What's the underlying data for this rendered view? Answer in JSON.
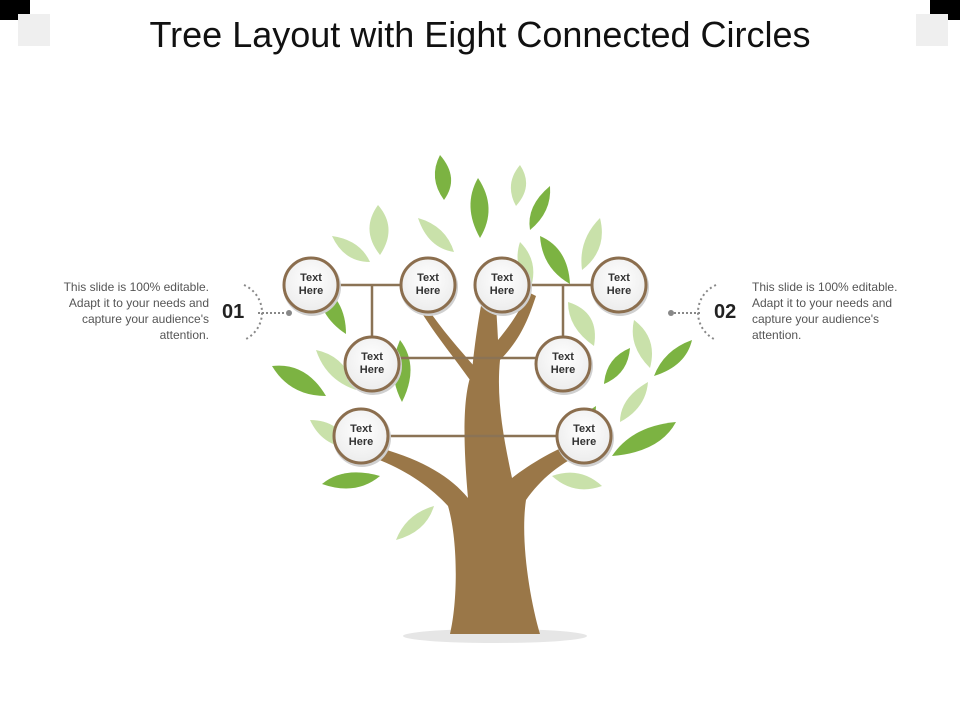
{
  "title": "Tree Layout with Eight Connected Circles",
  "circles": [
    {
      "label": "Text\nHere"
    },
    {
      "label": "Text\nHere"
    },
    {
      "label": "Text\nHere"
    },
    {
      "label": "Text\nHere"
    },
    {
      "label": "Text\nHere"
    },
    {
      "label": "Text\nHere"
    },
    {
      "label": "Text\nHere"
    },
    {
      "label": "Text\nHere"
    }
  ],
  "left_callout": {
    "number": "01",
    "text": "This slide is 100% editable. Adapt it to your needs and capture your audience's attention."
  },
  "right_callout": {
    "number": "02",
    "text": "This slide is 100% editable. Adapt it to your needs and capture your audience's attention."
  },
  "colors": {
    "trunk": "#9a7748",
    "leaf_dark": "#7cb342",
    "leaf_light": "#c8e0a8",
    "connector": "#8b7355",
    "circle_ring": "#8b6e4e"
  }
}
